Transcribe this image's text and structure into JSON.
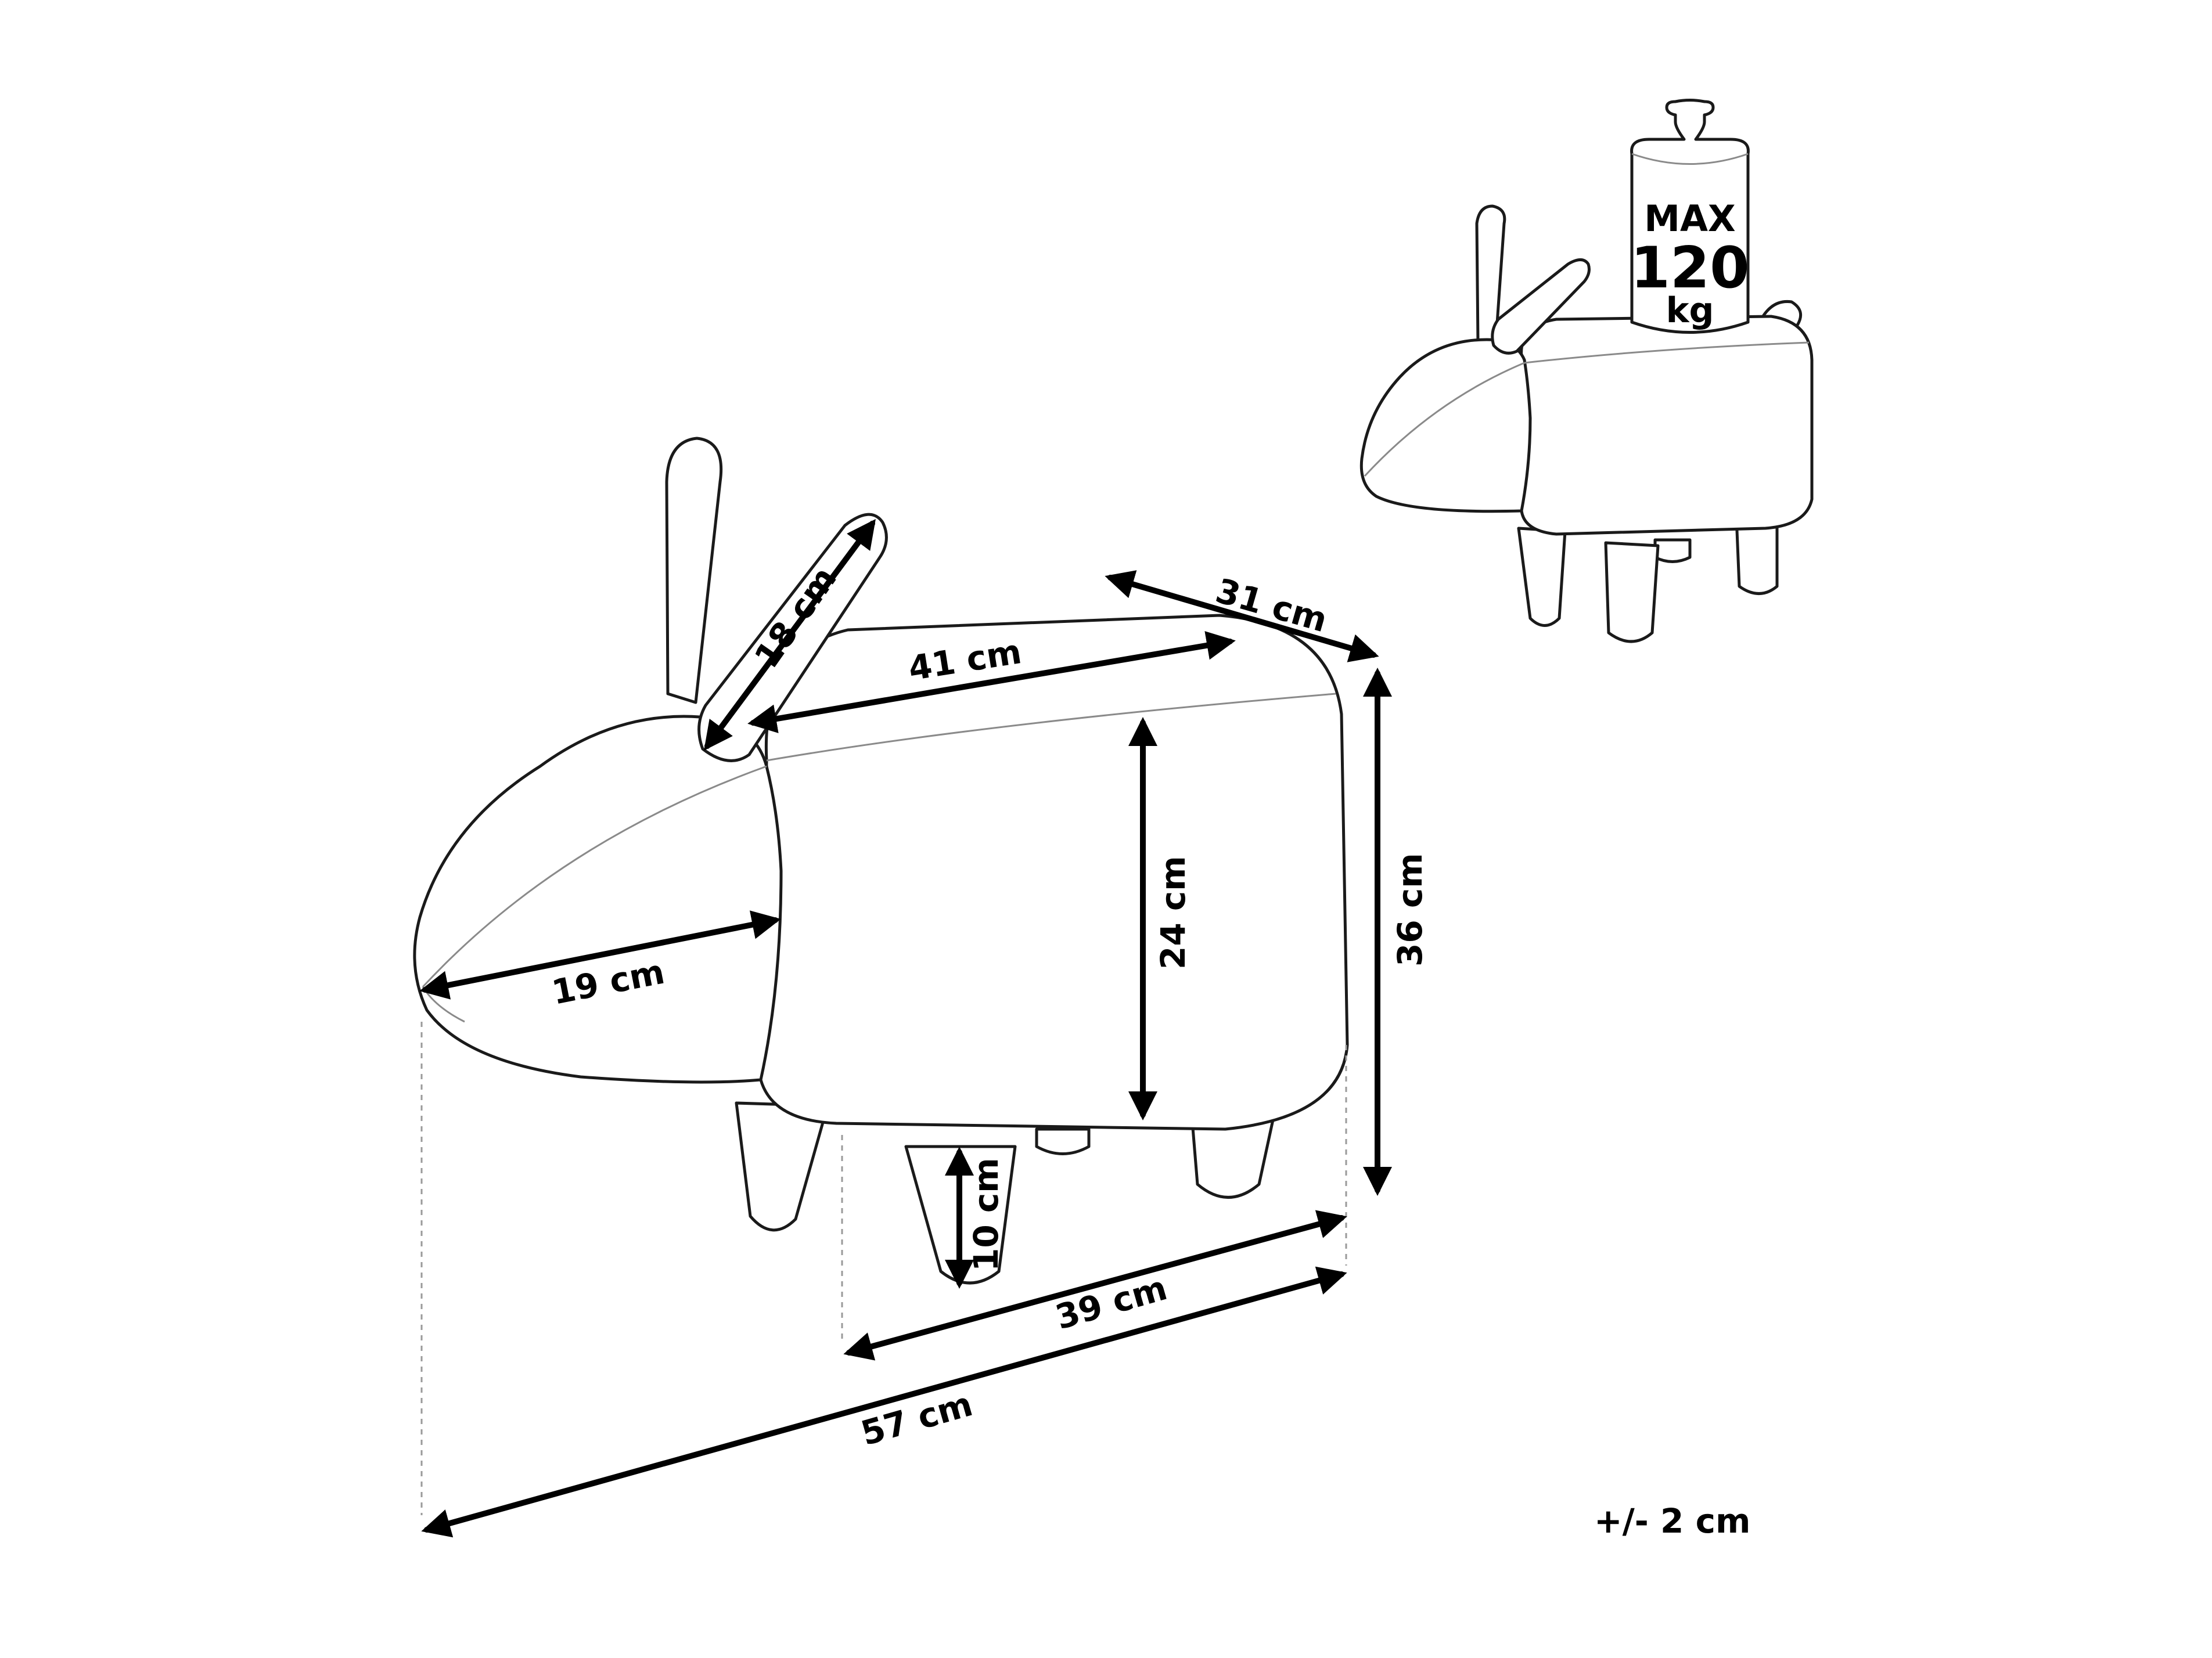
{
  "dimensions": {
    "ear_length": "18 cm",
    "seat_depth": "31 cm",
    "seat_length": "41 cm",
    "body_height": "24 cm",
    "total_height": "36 cm",
    "head_width": "19 cm",
    "leg_height": "10 cm",
    "leg_span": "39 cm",
    "total_length": "57 cm"
  },
  "max_load": {
    "line1": "MAX",
    "line2": "120",
    "line3": "kg"
  },
  "tolerance": "+/- 2 cm"
}
